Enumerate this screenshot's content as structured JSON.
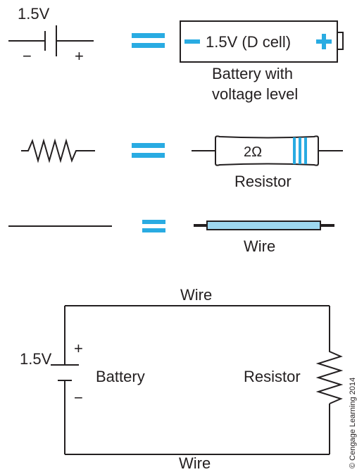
{
  "legend": {
    "battery": {
      "voltage": "1.5V",
      "minus": "−",
      "plus": "+",
      "cell_minus": "−",
      "cell_text": "1.5V  (D cell)",
      "cell_plus": "+",
      "caption_line1": "Battery with",
      "caption_line2": "voltage level"
    },
    "resistor": {
      "value": "2Ω",
      "caption": "Resistor"
    },
    "wire": {
      "caption": "Wire"
    }
  },
  "circuit": {
    "top_wire": "Wire",
    "bottom_wire": "Wire",
    "voltage": "1.5V",
    "plus": "+",
    "minus": "−",
    "battery": "Battery",
    "resistor": "Resistor"
  },
  "copyright": "© Cengage Learning 2014",
  "colors": {
    "accent": "#29abe2",
    "wire_fill": "#9ed8f0",
    "ink": "#231f20"
  }
}
